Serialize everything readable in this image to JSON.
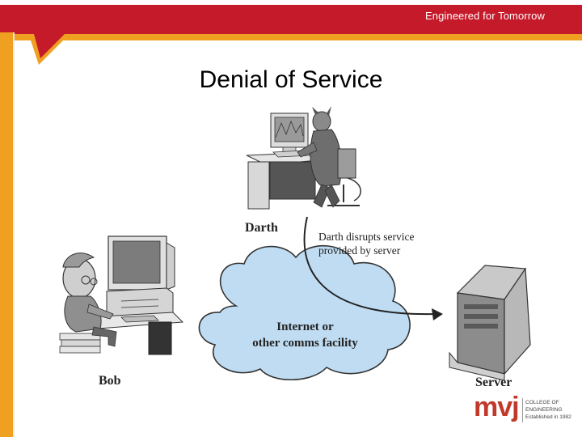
{
  "header": {
    "tagline": "Engineered for Tomorrow"
  },
  "slide": {
    "title": "Denial of Service"
  },
  "diagram": {
    "darth_label": "Darth",
    "bob_label": "Bob",
    "server_label": "Server",
    "attack_note_line1": "Darth disrupts service",
    "attack_note_line2": "provided by server",
    "cloud_line1": "Internet or",
    "cloud_line2": "other comms facility"
  },
  "logo": {
    "mark": "mvj",
    "line1": "COLLEGE OF",
    "line2": "ENGINEERING",
    "line3": "Established in 1982"
  },
  "colors": {
    "banner": "#c51a2a",
    "accent_orange": "#f0a020",
    "cloud_fill": "#bfdcf2",
    "logo_red": "#c0392b"
  }
}
